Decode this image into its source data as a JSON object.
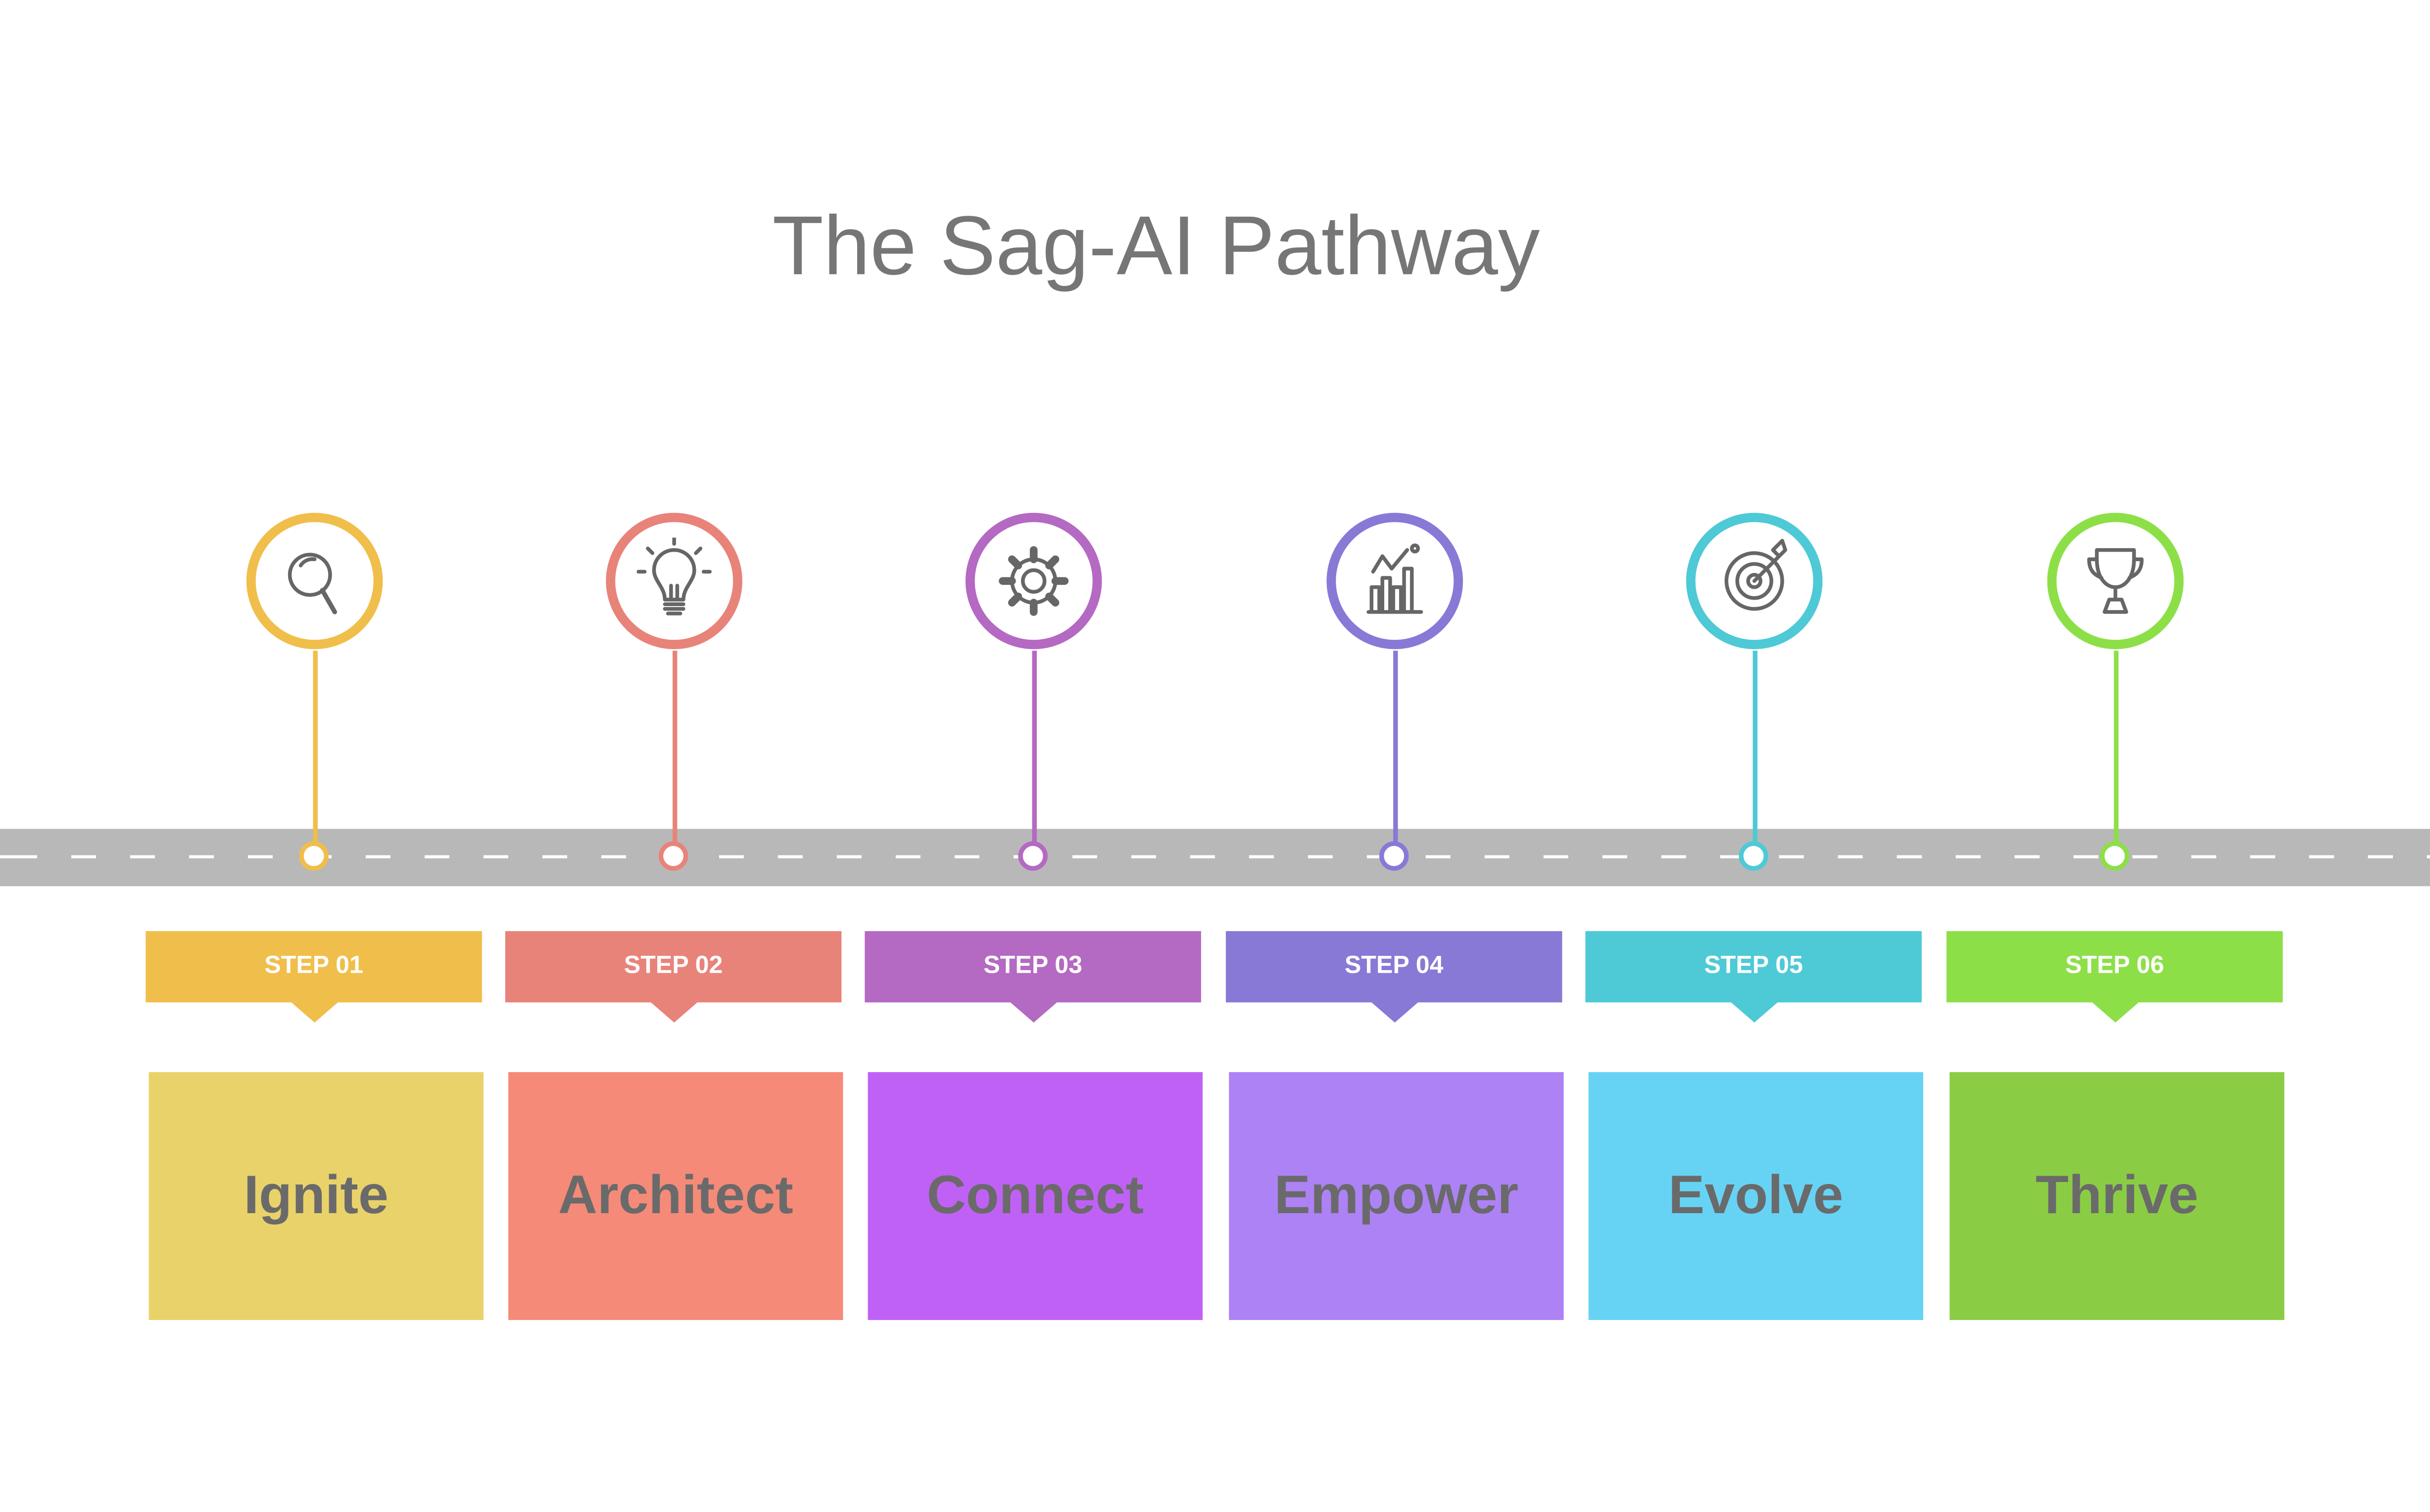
{
  "title": "The Sag-AI Pathway",
  "steps": [
    {
      "label": "STEP 01",
      "name": "Ignite",
      "icon": "magnifier-icon",
      "accent": "#f0be4a",
      "box": "#e9d26a"
    },
    {
      "label": "STEP 02",
      "name": "Architect",
      "icon": "lightbulb-icon",
      "accent": "#e8837a",
      "box": "#f58a78"
    },
    {
      "label": "STEP 03",
      "name": "Connect",
      "icon": "gear-icon",
      "accent": "#b469c2",
      "box": "#c061f5"
    },
    {
      "label": "STEP 04",
      "name": "Empower",
      "icon": "growth-chart-icon",
      "accent": "#8879d6",
      "box": "#ad82f5"
    },
    {
      "label": "STEP 05",
      "name": "Evolve",
      "icon": "target-icon",
      "accent": "#4ec9d6",
      "box": "#66d3f5"
    },
    {
      "label": "STEP 06",
      "name": "Thrive",
      "icon": "trophy-icon",
      "accent": "#8ddf48",
      "box": "#8bcc45"
    }
  ]
}
